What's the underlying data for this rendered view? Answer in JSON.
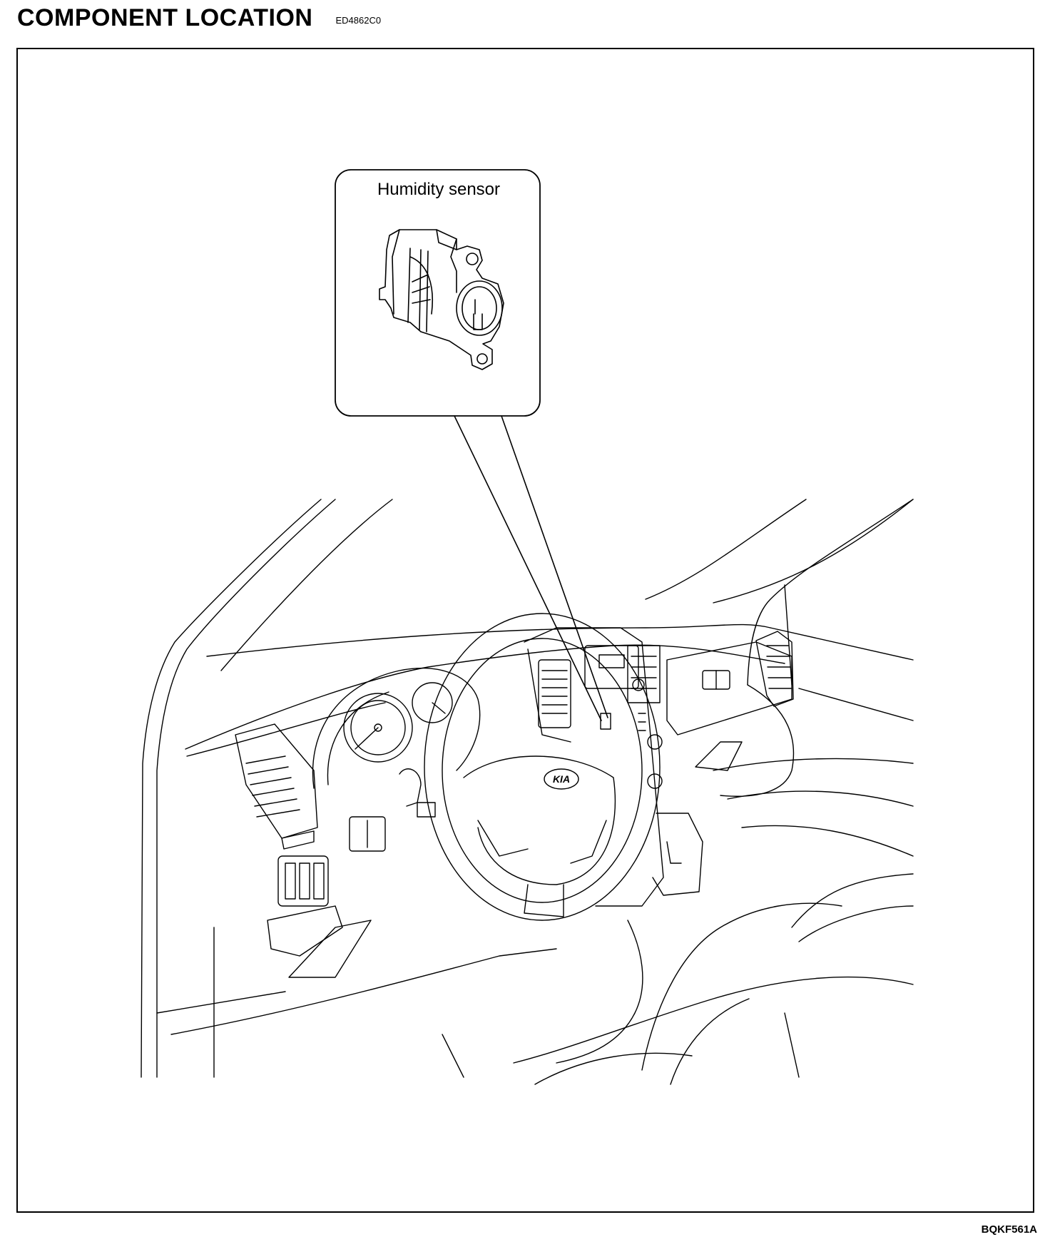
{
  "header": {
    "title": "COMPONENT LOCATION",
    "doc_code": "ED4862C0"
  },
  "callout": {
    "label": "Humidity sensor"
  },
  "dashboard": {
    "badge_text": "KIA"
  },
  "footer": {
    "figure_code": "BQKF561A"
  },
  "icons": [
    "humidity-sensor-icon",
    "steering-wheel-icon",
    "air-vent-icon",
    "instrument-gauge-icon",
    "seat-icon"
  ]
}
